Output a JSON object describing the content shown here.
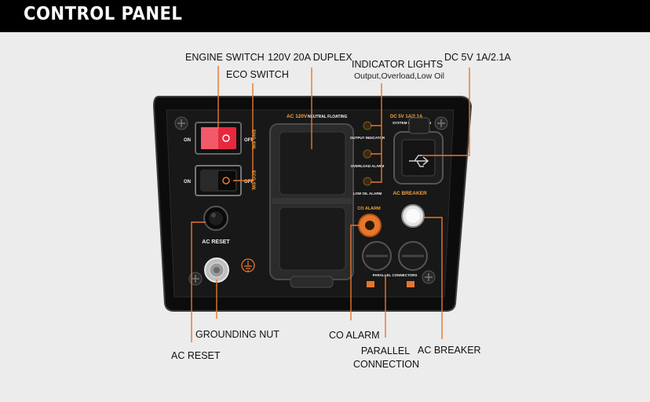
{
  "header": {
    "title": "CONTROL PANEL"
  },
  "callouts": {
    "engine_switch": "ENGINE SWITCH",
    "eco_switch": "ECO SWITCH",
    "duplex": "120V 20A DUPLEX",
    "indicator_lights": "INDICATOR LIGHTS",
    "indicator_lights_sub": "Output,Overload,Low Oil",
    "dc_usb": "DC 5V 1A/2.1A",
    "grounding_nut": "GROUNDING NUT",
    "ac_reset": "AC RESET",
    "co_alarm": "CO ALARM",
    "parallel_line1": "PARALLEL",
    "parallel_line2": "CONNECTION",
    "ac_breaker": "AC BREAKER"
  },
  "panel_labels": {
    "on1": "ON",
    "off1": "OFF",
    "eng_sw": "ENG.SW.",
    "on2": "ON",
    "off2": "OFF",
    "eco_sw": "ECO.SW.",
    "ac_reset": "AC RESET",
    "ac_120v": "AC 120V",
    "neutral_floating": "NEUTRAL FLOATING",
    "output_indicator": "OUTPUT INDICATOR",
    "overload_alarm": "OVERLOAD ALARM",
    "low_oil_alarm": "LOW OIL ALARM",
    "co_alarm": "CO ALARM",
    "dc_5v": "DC 5V 1A/2.1A",
    "system_protection": "SYSTEM PROTECTION",
    "ac_breaker": "AC BREAKER",
    "parallel_connectors": "PARALLEL CONNECTORS"
  },
  "colors": {
    "accent_orange": "#e8762d",
    "engine_switch_red": "#e8283f",
    "panel": "#141414",
    "background": "#ececec"
  }
}
